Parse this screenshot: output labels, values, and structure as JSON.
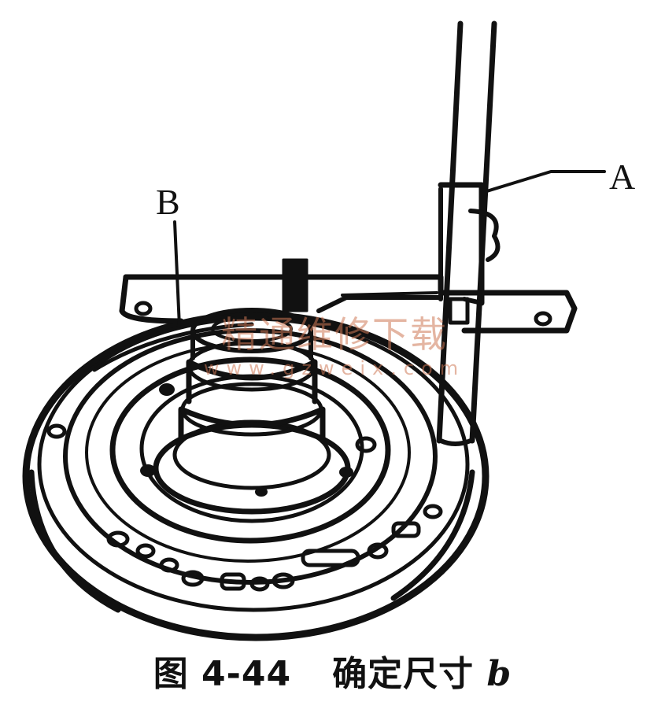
{
  "figure": {
    "labels": {
      "a": "A",
      "b": "B"
    },
    "watermark": {
      "chinese": "精通维修下载",
      "url": "www.gzweix.com"
    },
    "caption": {
      "number": "图 4-44",
      "title": "确定尺寸",
      "variable": "b"
    }
  },
  "colors": {
    "ink": "#111111",
    "paper": "#ffffff",
    "watermark": "#cd7855"
  }
}
